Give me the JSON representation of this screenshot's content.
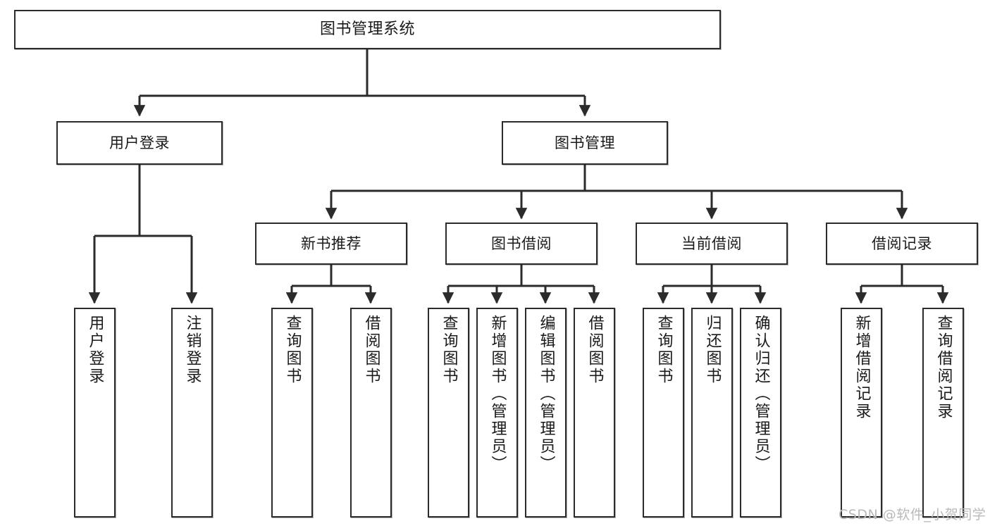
{
  "diagram": {
    "title": "图书管理系统",
    "type": "tree",
    "orientation": "top-down",
    "colors": {
      "node_border": "#2b2b2b",
      "node_fill": "#ffffff",
      "edge": "#2b2b2b",
      "text": "#1a1a1a",
      "watermark": "#b9b9b9",
      "background": "#ffffff"
    },
    "nodes": {
      "root": {
        "label": "图书管理系统",
        "level": 1,
        "orientation": "horizontal"
      },
      "user_login": {
        "label": "用户登录",
        "level": 2,
        "orientation": "horizontal"
      },
      "book_manage": {
        "label": "图书管理",
        "level": 2,
        "orientation": "horizontal"
      },
      "new_book_rec": {
        "label": "新书推荐",
        "level": 3,
        "orientation": "horizontal"
      },
      "book_borrow": {
        "label": "图书借阅",
        "level": 3,
        "orientation": "horizontal"
      },
      "current_borrow": {
        "label": "当前借阅",
        "level": 3,
        "orientation": "horizontal"
      },
      "borrow_record": {
        "label": "借阅记录",
        "level": 3,
        "orientation": "horizontal"
      },
      "leaf_user_login": {
        "label": "用户登录",
        "level": 3,
        "orientation": "vertical"
      },
      "leaf_logout": {
        "label": "注销登录",
        "level": 3,
        "orientation": "vertical"
      },
      "leaf_query_book_1": {
        "label": "查询图书",
        "level": 4,
        "orientation": "vertical"
      },
      "leaf_borrow_book_1": {
        "label": "借阅图书",
        "level": 4,
        "orientation": "vertical"
      },
      "leaf_query_book_2": {
        "label": "查询图书",
        "level": 4,
        "orientation": "vertical"
      },
      "leaf_add_book": {
        "label": "新增图书（管理员）",
        "level": 4,
        "orientation": "vertical"
      },
      "leaf_edit_book": {
        "label": "编辑图书（管理员）",
        "level": 4,
        "orientation": "vertical"
      },
      "leaf_borrow_book_2": {
        "label": "借阅图书",
        "level": 4,
        "orientation": "vertical"
      },
      "leaf_query_book_3": {
        "label": "查询图书",
        "level": 4,
        "orientation": "vertical"
      },
      "leaf_return_book": {
        "label": "归还图书",
        "level": 4,
        "orientation": "vertical"
      },
      "leaf_confirm_return": {
        "label": "确认归还（管理员）",
        "level": 4,
        "orientation": "vertical"
      },
      "leaf_add_record": {
        "label": "新增借阅记录",
        "level": 4,
        "orientation": "vertical"
      },
      "leaf_query_record": {
        "label": "查询借阅记录",
        "level": 4,
        "orientation": "vertical"
      }
    },
    "edges": [
      {
        "from": "root",
        "to": "user_login"
      },
      {
        "from": "root",
        "to": "book_manage"
      },
      {
        "from": "user_login",
        "to": "leaf_user_login"
      },
      {
        "from": "user_login",
        "to": "leaf_logout"
      },
      {
        "from": "book_manage",
        "to": "new_book_rec"
      },
      {
        "from": "book_manage",
        "to": "book_borrow"
      },
      {
        "from": "book_manage",
        "to": "current_borrow"
      },
      {
        "from": "book_manage",
        "to": "borrow_record"
      },
      {
        "from": "new_book_rec",
        "to": "leaf_query_book_1"
      },
      {
        "from": "new_book_rec",
        "to": "leaf_borrow_book_1"
      },
      {
        "from": "book_borrow",
        "to": "leaf_query_book_2"
      },
      {
        "from": "book_borrow",
        "to": "leaf_add_book"
      },
      {
        "from": "book_borrow",
        "to": "leaf_edit_book"
      },
      {
        "from": "book_borrow",
        "to": "leaf_borrow_book_2"
      },
      {
        "from": "current_borrow",
        "to": "leaf_query_book_3"
      },
      {
        "from": "current_borrow",
        "to": "leaf_return_book"
      },
      {
        "from": "current_borrow",
        "to": "leaf_confirm_return"
      },
      {
        "from": "borrow_record",
        "to": "leaf_add_record"
      },
      {
        "from": "borrow_record",
        "to": "leaf_query_record"
      }
    ]
  },
  "watermark": {
    "text": "CSDN @软件_小贺同学"
  }
}
